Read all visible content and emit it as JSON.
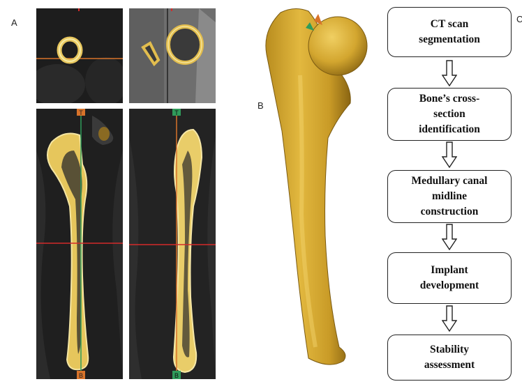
{
  "labels": {
    "a": "A",
    "b": "B",
    "c": "C"
  },
  "flowchart": {
    "steps": [
      "CT scan\nsegmentation",
      "Bone’s cross-\nsection\nidentification",
      "Medullary canal\nmidline\nconstruction",
      "Implant\ndevelopment",
      "Stability\nassessment"
    ]
  },
  "colors": {
    "bone": "#d9b24a",
    "bone_light": "#f1e39b",
    "ct_background": "#1e1e1e",
    "crosshair_red": "#d42a2a",
    "crosshair_green": "#2f9b5a",
    "crosshair_orange": "#d8732a"
  },
  "ct_markers": {
    "top_left": "T",
    "bottom_left": "B",
    "top_right": "T",
    "bottom_right": "B"
  }
}
